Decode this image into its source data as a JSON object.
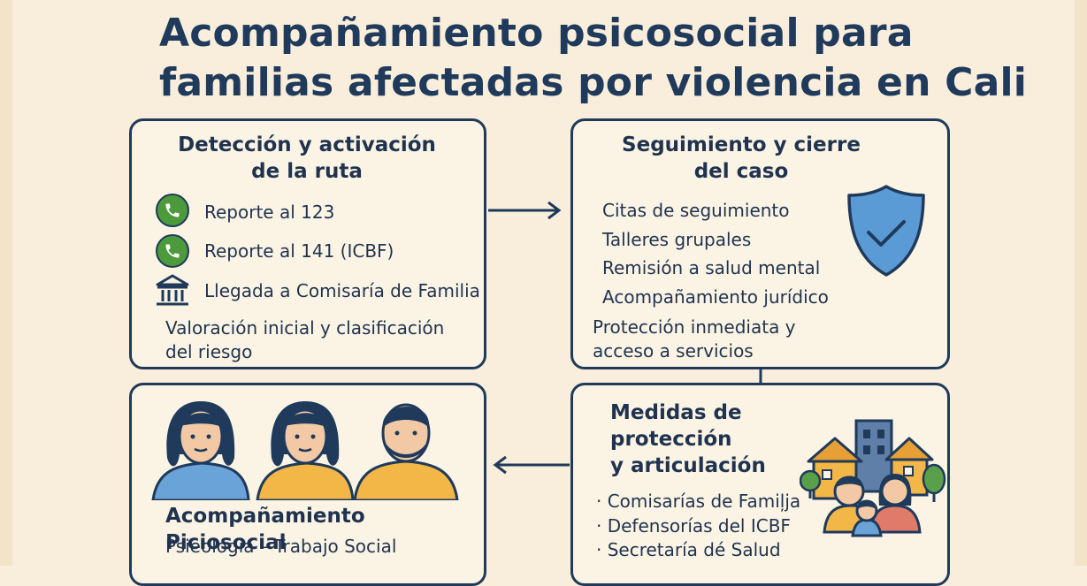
{
  "title": {
    "line1": "Acompañamiento psicosocial para",
    "line2": "familias afectadas por violencia en Cali"
  },
  "steps": {
    "detection": {
      "heading_line1": "Detección y activación",
      "heading_line2": "de la ruta",
      "items": [
        {
          "icon": "phone-icon",
          "label": "Reporte al 123"
        },
        {
          "icon": "phone-icon",
          "label": "Reporte al 141 (ICBF)"
        },
        {
          "icon": "government-building-icon",
          "label": "Llegada a Comisaría de Familia"
        }
      ],
      "note": "Valoración inicial y  clasificación del riesgo"
    },
    "followup": {
      "heading_line1": "Seguimiento y cierre",
      "heading_line2": "del caso",
      "items": [
        "Citas de seguimiento",
        "Talleres grupales",
        "Remisión a salud mental",
        "Acompañamiento jurídico"
      ],
      "note": "Protección inmediata y acceso a servicios",
      "icon": "shield-check-icon"
    },
    "accompaniment": {
      "heading": "Acompañamiento Piciosocial",
      "subtitle": "Psieologia – Trabajo Social",
      "illustration": "family-people-illustration"
    },
    "protection": {
      "heading_line1": "Medidas de",
      "heading_line2": "protección",
      "heading_line3": "y articulación",
      "items": [
        "Comisarías de Famiļja",
        "Defensorías del ICBF",
        "Secretaría dé Salud"
      ],
      "illustration": "family-city-illustration"
    }
  },
  "colors": {
    "background": "#f9eedb",
    "navy": "#1f3a5b",
    "phone_green": "#4c9a3c",
    "shield_blue": "#5b9bd5",
    "shirt_blue": "#6aa3d8",
    "shirt_yellow": "#f2b746",
    "skin": "#f2c9a4"
  }
}
